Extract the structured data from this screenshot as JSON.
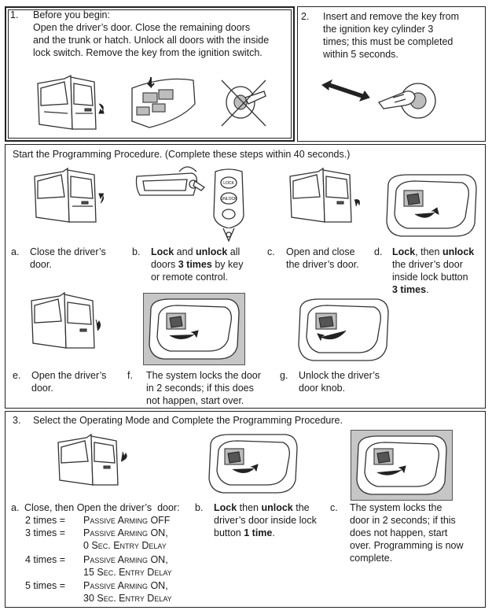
{
  "step1": {
    "num": "1.",
    "lines": [
      "Before you begin:",
      "Open the driver’s door. Close the remaining doors",
      "and the trunk or hatch. Unlock all doors with the inside",
      "lock switch. Remove the key from the ignition switch."
    ]
  },
  "step2": {
    "num": "2.",
    "lines": [
      "Insert and remove the key from",
      "the ignition key cylinder 3",
      "times; this must be completed",
      "within 5 seconds."
    ]
  },
  "programming": {
    "title": "Start the Programming Procedure. (Complete these steps within 40 seconds.)",
    "a": {
      "letter": "a.",
      "line1": "Close the driver’s",
      "line2": "door."
    },
    "b": {
      "letter": "b.",
      "bold1": "Lock",
      "mid1": " and ",
      "bold2": "unlock",
      "end1": " all",
      "pre2": "doors ",
      "bold3": "3 times",
      "end2": " by key",
      "line3": "or remote control."
    },
    "c": {
      "letter": "c.",
      "line1": "Open and close",
      "line2": "the driver’s door."
    },
    "d": {
      "letter": "d.",
      "bold1": "Lock",
      "mid1": ", then ",
      "bold2": "unlock",
      "line2": "the driver’s door",
      "line3": "inside lock button",
      "bold3": "3 times",
      "end3": "."
    },
    "e": {
      "letter": "e.",
      "line1": "Open the driver’s",
      "line2": "door."
    },
    "f": {
      "letter": "f.",
      "line1": "The system locks the door",
      "line2": "in 2 seconds; if this does",
      "line3": "not happen, start over."
    },
    "g": {
      "letter": "g.",
      "line1": "Unlock the driver’s",
      "line2": "door knob."
    }
  },
  "step3": {
    "num": "3.",
    "title": "Select the Operating Mode and Complete the Programming Procedure.",
    "a": {
      "letter": "a.",
      "intro": "Close, then Open the driver’s  door:",
      "modes": [
        {
          "times": "2 times =",
          "line1": "Passive Arming OFF",
          "line2": ""
        },
        {
          "times": "3 times =",
          "line1": "Passive Arming ON,",
          "line2": "0 Sec. Entry Delay"
        },
        {
          "times": "4 times =",
          "line1": "Passive Arming ON,",
          "line2": "15 Sec. Entry Delay"
        },
        {
          "times": "5 times =",
          "line1": "Passive Arming ON,",
          "line2": "30 Sec. Entry Delay"
        }
      ]
    },
    "b": {
      "letter": "b.",
      "bold1": "Lock",
      "mid1": " then ",
      "bold2": "unlock",
      "end1": " the",
      "line2": "driver’s door inside lock",
      "pre3": "button ",
      "bold3": "1 time",
      "end3": "."
    },
    "c": {
      "letter": "c.",
      "line1": "The system locks the",
      "line2": "door in 2 seconds; if this",
      "line3": "does not happen, start",
      "line4": "over. Programming is now",
      "line5": "complete."
    }
  },
  "remote": {
    "lock_label": "LOCK",
    "unlock_label": "UNLOCK"
  }
}
